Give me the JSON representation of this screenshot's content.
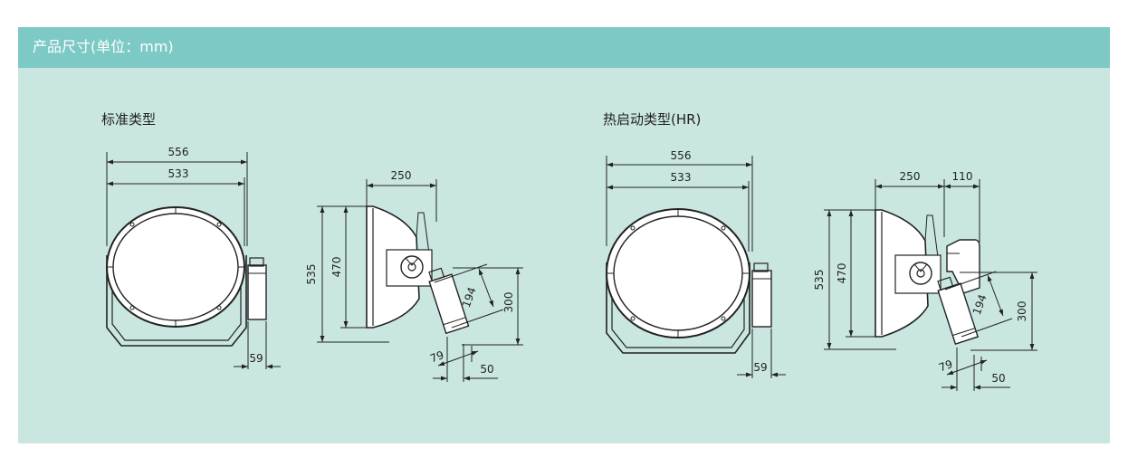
{
  "header": {
    "title": "产品尺寸(单位：mm)"
  },
  "sections": [
    {
      "title": "标准类型"
    },
    {
      "title": "热启动类型(HR)"
    }
  ],
  "dims": {
    "std_front_w1": "556",
    "std_front_w2": "533",
    "std_front_59": "59",
    "std_side_250": "250",
    "std_side_535": "535",
    "std_side_470": "470",
    "std_side_194": "194",
    "std_side_300": "300",
    "std_side_79": "79",
    "std_side_50": "50",
    "hr_front_w1": "556",
    "hr_front_w2": "533",
    "hr_front_59": "59",
    "hr_side_250": "250",
    "hr_side_110": "110",
    "hr_side_535": "535",
    "hr_side_470": "470",
    "hr_side_194": "194",
    "hr_side_300": "300",
    "hr_side_79": "79",
    "hr_side_50": "50"
  },
  "colors": {
    "header": "#7dc9c5",
    "panel": "#c9e6e1",
    "line": "#222222",
    "lamp_body": "#ffffff"
  }
}
